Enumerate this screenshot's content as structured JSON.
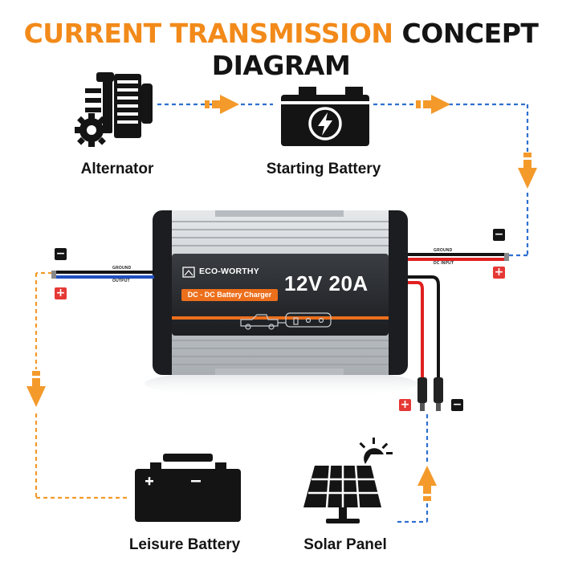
{
  "title": {
    "part1": "CURRENT TRANSMISSION",
    "part2": "CONCEPT DIAGRAM"
  },
  "labels": {
    "alternator": "Alternator",
    "starting_battery": "Starting Battery",
    "leisure_battery": "Leisure Battery",
    "solar_panel": "Solar Panel"
  },
  "charger": {
    "brand": "ECO-WORTHY",
    "product": "DC - DC Battery Charger",
    "rating": "12V 20A",
    "left_wire_top": "GROUND",
    "left_wire_bottom": "OUTPUT",
    "right_wire_top": "GROUND",
    "right_wire_bottom": "DC INPUT"
  },
  "polarity": {
    "negative": "−",
    "positive": "+"
  },
  "colors": {
    "accent_orange": "#f28a1a",
    "flow_blue": "#2f6fd0",
    "flow_orange": "#f39a2b",
    "wire_red": "#e02020",
    "wire_blue": "#1f4fbf"
  },
  "icons": [
    "alternator-icon",
    "battery-lightning-icon",
    "leisure-battery-icon",
    "solar-panel-icon",
    "sun-icon",
    "truck-icon"
  ]
}
